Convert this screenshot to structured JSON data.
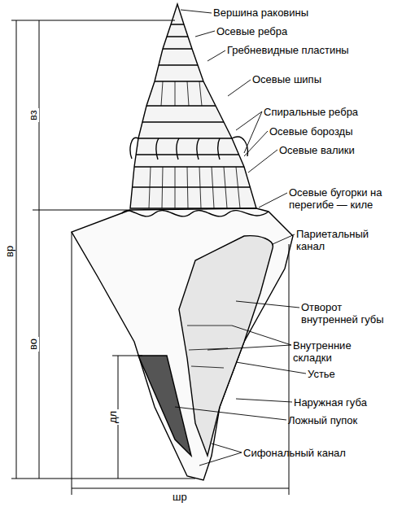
{
  "diagram": {
    "labels": [
      "Вершина раковины",
      "Осевые ребра",
      "Гребневидные пластины",
      "Осевые шипы",
      "Спиральные ребра",
      "Осевые борозды",
      "Осевые валики",
      "Осевые бугорки на перегибе — киле",
      "Париетальный канал",
      "Отворот внутренней губы",
      "Внутренние складки",
      "Устье",
      "Наружная губа",
      "Ложный пупок",
      "Сифональный канал",
      "вр",
      "вз",
      "во",
      "дл",
      "шр"
    ]
  }
}
